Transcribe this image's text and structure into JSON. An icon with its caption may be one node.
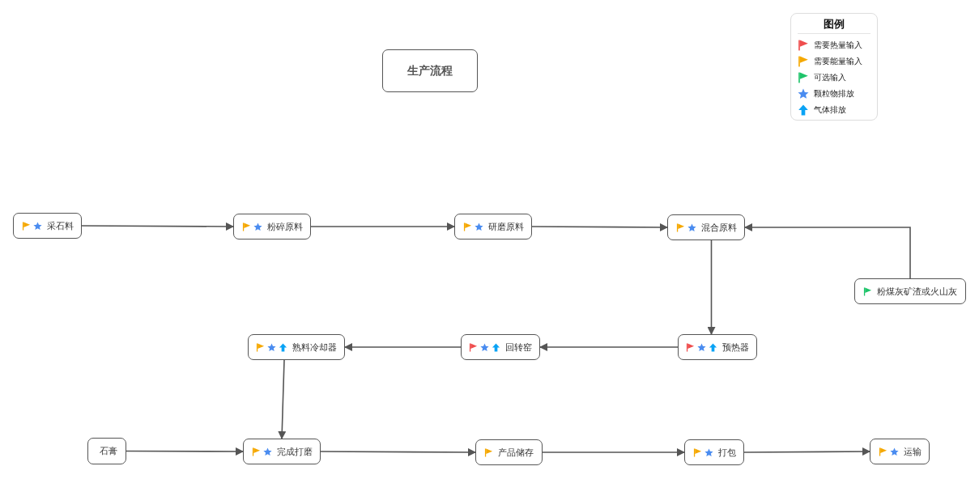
{
  "diagram": {
    "title": "生产流程",
    "nodes": [
      {
        "text": [
          "采石料"
        ]
      },
      {
        "text": [
          "粉碎原料"
        ]
      },
      {
        "text": [
          "研磨原料"
        ]
      },
      {
        "text": [
          "混合原料"
        ]
      },
      {
        "text": [
          "粉煤灰矿渣或火山灰"
        ]
      },
      {
        "text": [
          "预热器"
        ]
      },
      {
        "text": [
          "回转窑"
        ]
      },
      {
        "text": [
          "熟料冷却器"
        ]
      },
      {
        "text": [
          "石膏"
        ]
      },
      {
        "text": [
          "完成打磨"
        ]
      },
      {
        "text": [
          "产品储存"
        ]
      },
      {
        "text": [
          "打包"
        ]
      },
      {
        "text": [
          "运输"
        ]
      }
    ],
    "edges": [
      {
        "from": 0,
        "to": 1,
        "arrow": "to"
      },
      {
        "from": 1,
        "to": 2,
        "arrow": "to"
      },
      {
        "from": 2,
        "to": 3,
        "arrow": "to"
      },
      {
        "from": 4,
        "to": 3,
        "arrow": "to"
      },
      {
        "from": 3,
        "to": 5,
        "arrow": "to"
      },
      {
        "from": 5,
        "to": 6,
        "arrow": "to"
      },
      {
        "from": 6,
        "to": 7,
        "arrow": "to"
      },
      {
        "from": 7,
        "to": 9,
        "arrow": "to"
      },
      {
        "from": 8,
        "to": 9,
        "arrow": "to"
      },
      {
        "from": 9,
        "to": 10,
        "arrow": "to"
      },
      {
        "from": 10,
        "to": 11,
        "arrow": "to"
      },
      {
        "from": 11,
        "to": 12,
        "arrow": "to"
      }
    ],
    "legend": [
      {
        "text": "需要热量输入"
      },
      {
        "text": "需要能量输入"
      },
      {
        "text": "可选输入"
      },
      {
        "text": "颗粒物排放"
      },
      {
        "text": "气体排放"
      }
    ],
    "labels": [
      "图例"
    ]
  }
}
